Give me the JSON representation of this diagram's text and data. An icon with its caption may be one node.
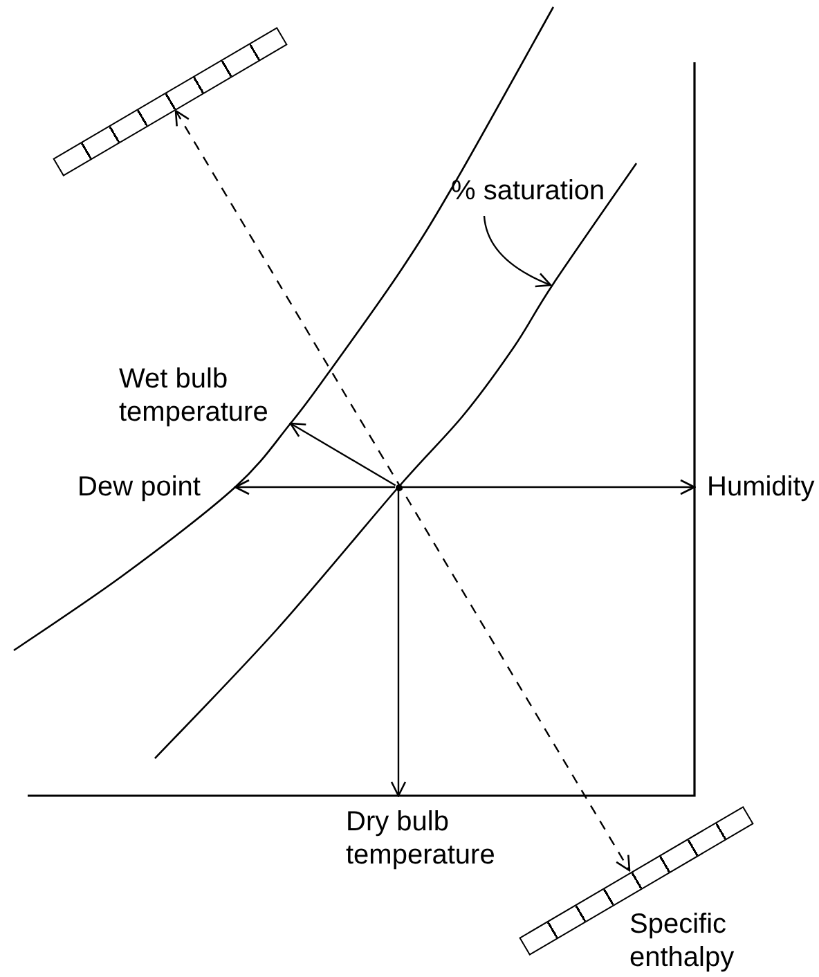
{
  "diagram": {
    "nodes": [
      {
        "text": [],
        "shape": "bar"
      },
      {
        "text": [
          "% saturation"
        ]
      },
      {
        "text": [
          "Wet bulb temperature"
        ]
      },
      {
        "text": [
          "Dew point"
        ]
      },
      {
        "text": [],
        "shape": "circle"
      },
      {
        "text": [
          "Humidity"
        ]
      },
      {
        "text": [
          "Dry bulb temperature"
        ]
      },
      {
        "text": [],
        "shape": "bar"
      }
    ],
    "edges": [
      {
        "from": 4,
        "to": 3,
        "arrow": "to"
      },
      {
        "from": 4,
        "to": 5,
        "arrow": "to"
      },
      {
        "from": 4,
        "to": 2,
        "arrow": "to"
      },
      {
        "from": 4,
        "to": 6,
        "arrow": "to"
      },
      {
        "from": 0,
        "to": 7,
        "arrow": "both",
        "style": "dashed"
      },
      {
        "from": 1,
        "to": null,
        "arrow": "to"
      }
    ],
    "labels": [
      "Specific enthalpy"
    ]
  }
}
